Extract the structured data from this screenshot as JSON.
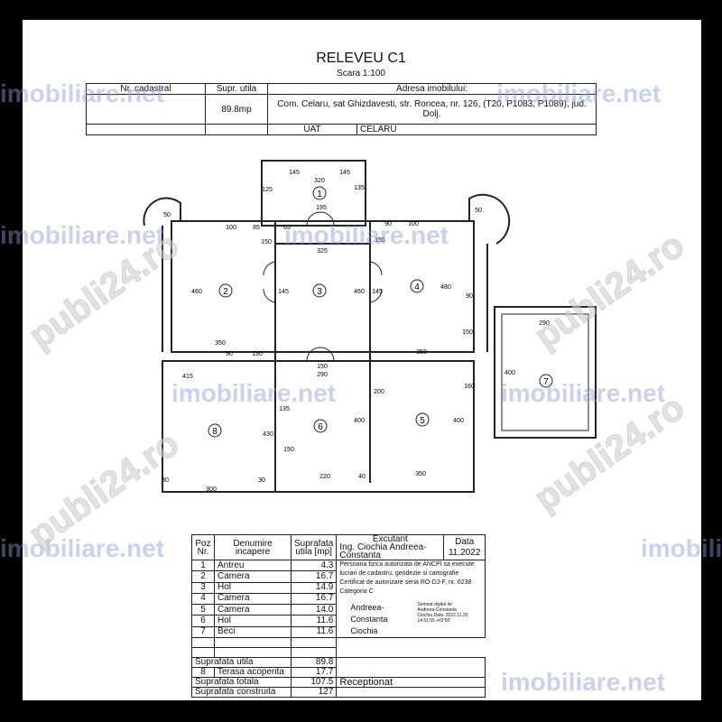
{
  "title": "RELEVEU C1",
  "scale": "Scara 1:100",
  "header": {
    "nr_cadastral_label": "Nr. cadastral",
    "supr_label": "Supr. utila",
    "adresa_label": "Adresa imobilului:",
    "supr_value": "89.8mp",
    "adresa_value": "Com. Celaru, sat Ghizdavesti, str. Roncea, nr. 126, (T20, P1083, P1089), jud. Dolj.",
    "uat_label": "UAT",
    "uat_value": "CELARU"
  },
  "plan": {
    "rooms": [
      "1",
      "2",
      "3",
      "4",
      "5",
      "6",
      "7",
      "8"
    ],
    "dims": [
      "145",
      "320",
      "145",
      "125",
      "135",
      "195",
      "100",
      "85",
      "65",
      "90",
      "100",
      "150",
      "325",
      "155",
      "460",
      "145",
      "460",
      "145",
      "480",
      "90",
      "350",
      "90",
      "130",
      "150",
      "350",
      "415",
      "150",
      "290",
      "135",
      "200",
      "400",
      "160",
      "400",
      "430",
      "150",
      "220",
      "40",
      "350",
      "30",
      "300",
      "30",
      "290",
      "400",
      "50",
      "50"
    ]
  },
  "table": {
    "h_poz": "Poz Nr.",
    "h_den": "Denumire incapere",
    "h_sup": "Suprafata utila [mp]",
    "rows": [
      {
        "nr": "1",
        "name": "Antreu",
        "area": "4.3"
      },
      {
        "nr": "2",
        "name": "Camera",
        "area": "16.7"
      },
      {
        "nr": "3",
        "name": "Hol",
        "area": "14.9"
      },
      {
        "nr": "4",
        "name": "Camera",
        "area": "16.7"
      },
      {
        "nr": "5",
        "name": "Camera",
        "area": "14.0"
      },
      {
        "nr": "6",
        "name": "Hol",
        "area": "11.6"
      },
      {
        "nr": "7",
        "name": "Beci",
        "area": "11.6"
      }
    ],
    "su_label": "Suprafata utila",
    "su_value": "89.8",
    "t_nr": "8",
    "t_label": "Terasa acoperita",
    "t_value": "17.7",
    "st_label": "Suprafata totala",
    "st_value": "107.5",
    "sc_label": "Suprafata construita",
    "sc_value": "127",
    "exec_label": "Excutant",
    "date_label": "Data",
    "exec_name": "Ing. Ciochia Andreea-Constanta",
    "date": "11.2022",
    "auth1": "Persoana fizica autorizata de ANCPI sa execute lucrari de cadastru, geodezie si cartografie",
    "auth2": "Certificat de autorizare seria RO-DJ-F, nr. 0238",
    "auth3": "Categoria C",
    "sig_name": "Andreea- Constanta Ciochia",
    "sig_digital": "Semnat digital de Andreea-Constanta Ciochia Data: 2022.11.20 14:51:55 +02'00'",
    "receptionat": "Receptionat"
  },
  "watermarks": {
    "a": "imobiliare.net",
    "b": "publi24.ro"
  }
}
